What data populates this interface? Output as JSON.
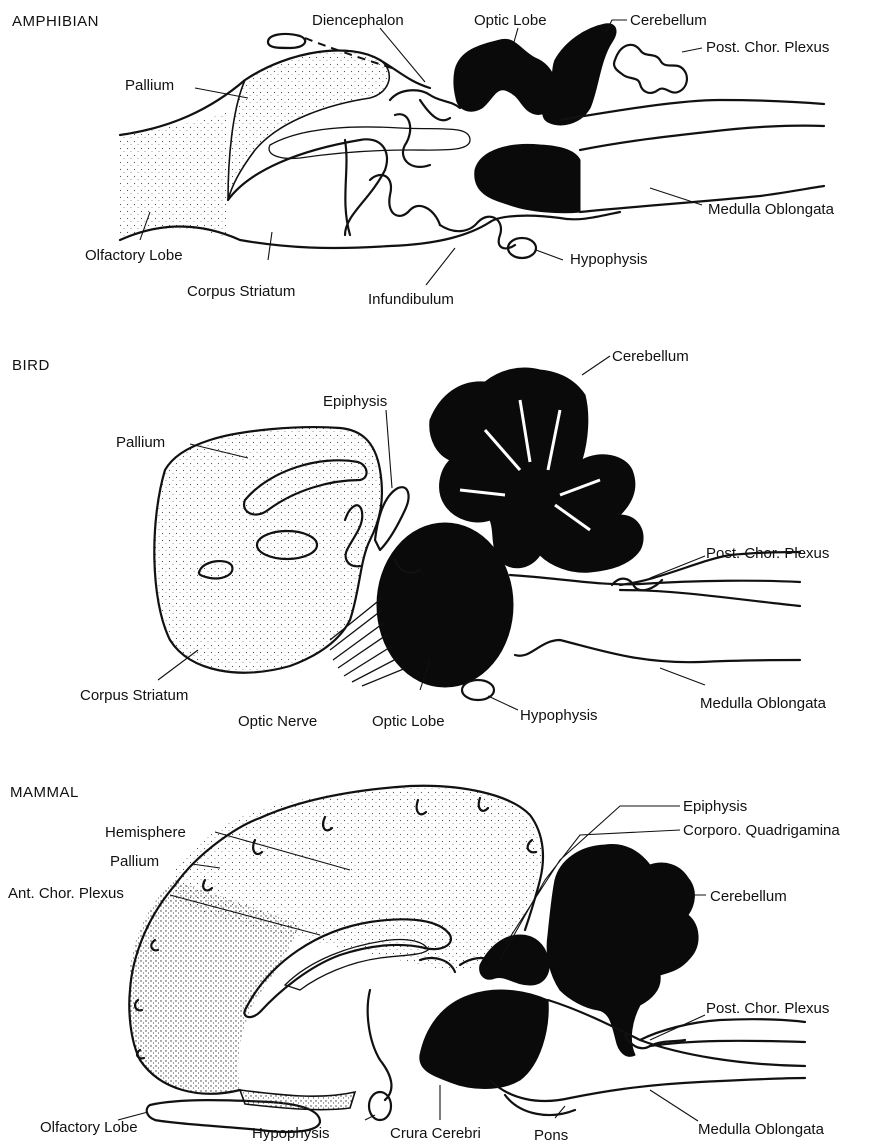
{
  "panels": {
    "amphibian": {
      "heading": "AMPHIBIAN",
      "labels": {
        "diencephalon": "Diencephalon",
        "optic_lobe": "Optic Lobe",
        "cerebellum": "Cerebellum",
        "post_chor_plexus": "Post. Chor. Plexus",
        "pallium": "Pallium",
        "medulla_oblongata": "Medulla Oblongata",
        "olfactory_lobe": "Olfactory Lobe",
        "hypophysis": "Hypophysis",
        "corpus_striatum": "Corpus Striatum",
        "infundibulum": "Infundibulum"
      }
    },
    "bird": {
      "heading": "BIRD",
      "labels": {
        "cerebellum": "Cerebellum",
        "epiphysis": "Epiphysis",
        "pallium": "Pallium",
        "post_chor_plexus": "Post. Chor. Plexus",
        "corpus_striatum": "Corpus Striatum",
        "medulla_oblongata": "Medulla Oblongata",
        "hypophysis": "Hypophysis",
        "optic_nerve": "Optic Nerve",
        "optic_lobe": "Optic Lobe"
      }
    },
    "mammal": {
      "heading": "MAMMAL",
      "labels": {
        "epiphysis": "Epiphysis",
        "corporo_quadrigamina": "Corporo. Quadrigamina",
        "hemisphere": "Hemisphere",
        "pallium": "Pallium",
        "ant_chor_plexus": "Ant. Chor. Plexus",
        "cerebellum": "Cerebellum",
        "post_chor_plexus": "Post. Chor. Plexus",
        "olfactory_lobe": "Olfactory Lobe",
        "hypophysis": "Hypophysis",
        "crura_cerebri": "Crura Cerebri",
        "pons": "Pons",
        "medulla_oblongata": "Medulla Oblongata"
      }
    }
  }
}
